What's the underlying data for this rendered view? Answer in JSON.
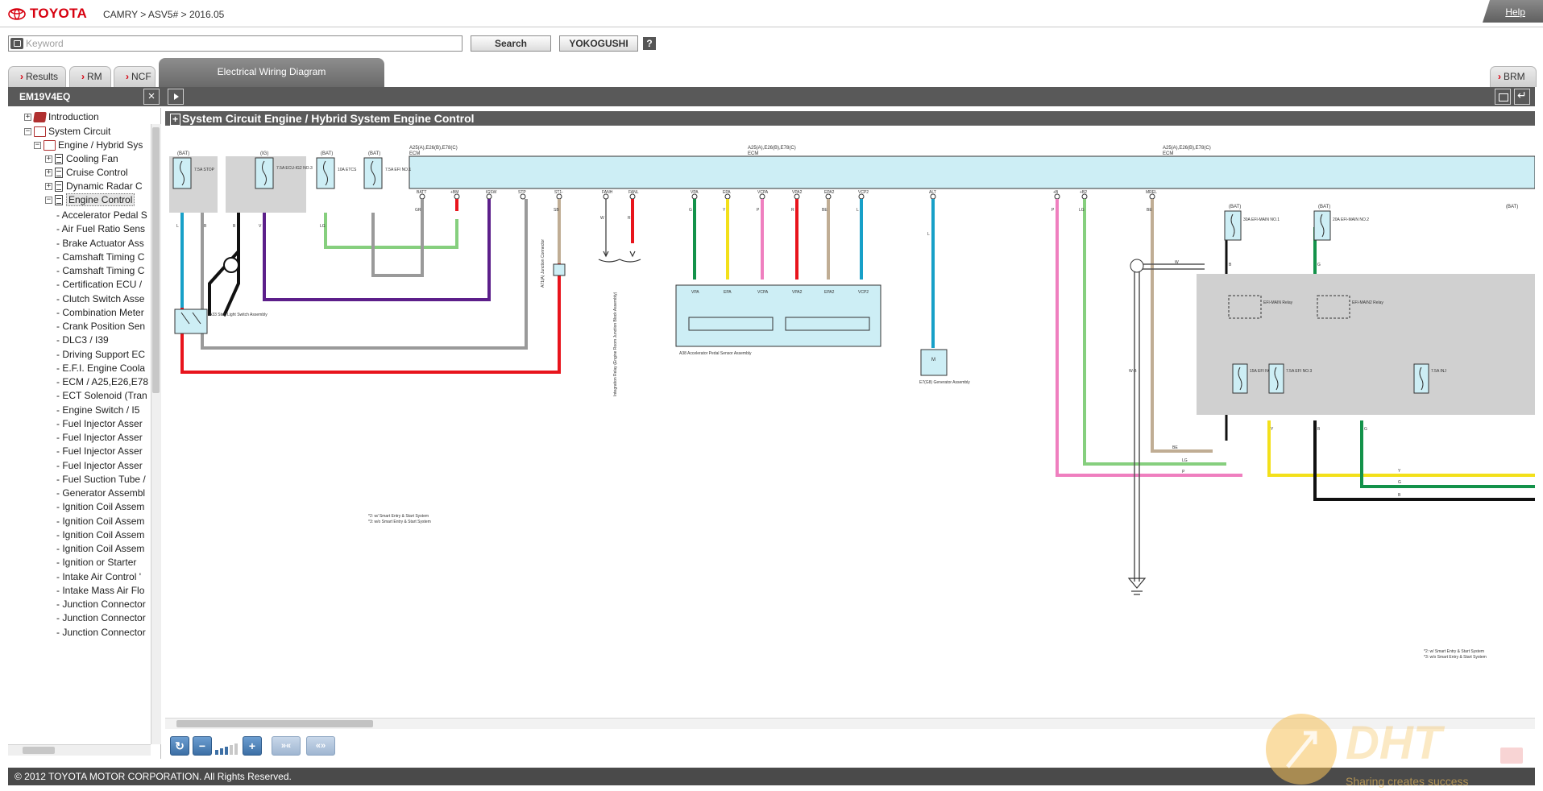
{
  "header": {
    "brand": "TOYOTA",
    "breadcrumb": "CAMRY > ASV5# > 2016.05",
    "help_label": "Help"
  },
  "search": {
    "placeholder": "Keyword",
    "search_label": "Search",
    "yokogushi_label": "YOKOGUSHI",
    "help_icon_label": "?"
  },
  "tabs": {
    "results": "Results",
    "rm": "RM",
    "ncf": "NCF",
    "active": "Electrical Wiring Diagram",
    "brm": "BRM"
  },
  "panel": {
    "document_id": "EM19V4EQ",
    "close_label": "×"
  },
  "tree": {
    "introduction": "Introduction",
    "system_circuit": "System Circuit",
    "engine_hybrid": "Engine / Hybrid Sys",
    "cooling_fan": "Cooling Fan",
    "cruise_control": "Cruise Control",
    "dynamic_radar": "Dynamic Radar C",
    "engine_control": "Engine Control",
    "leaves": [
      "- Accelerator Pedal S",
      "- Air Fuel Ratio Sens",
      "- Brake Actuator Ass",
      "- Camshaft Timing C",
      "- Camshaft Timing C",
      "- Certification ECU /",
      "- Clutch Switch Asse",
      "- Combination Meter",
      "- Crank Position Sen",
      "- DLC3 / I39",
      "- Driving Support EC",
      "- E.F.I. Engine Coola",
      "- ECM / A25,E26,E78",
      "- ECT Solenoid (Tran",
      "- Engine Switch / I5",
      "- Fuel Injector Asser",
      "- Fuel Injector Asser",
      "- Fuel Injector Asser",
      "- Fuel Injector Asser",
      "- Fuel Suction Tube /",
      "- Generator Assembl",
      "- Ignition Coil Assem",
      "- Ignition Coil Assem",
      "- Ignition Coil Assem",
      "- Ignition Coil Assem",
      "- Ignition or Starter",
      "- Intake Air Control '",
      "- Intake Mass Air Flo",
      "- Junction Connector",
      "- Junction Connector",
      "- Junction Connector"
    ]
  },
  "diagram": {
    "title_box": "+",
    "title": "System Circuit  Engine / Hybrid System  Engine Control",
    "ecm_labels": [
      "A25(A),E26(B),E78(C)",
      "A25(A),E26(B),E78(C)",
      "A25(A),E26(B),E78(C)"
    ],
    "ecm_sub": "ECM",
    "fuse_supplies": [
      "(BAT)",
      "(IG)",
      "(BAT)",
      "(BAT)",
      "(BAT)",
      "(BAT)",
      "(BAT)"
    ],
    "fuses": [
      "7.5A STOP",
      "7.5A ECU-IG2 NO.3",
      "10A ETCS",
      "7.5A EFI NO.1",
      "30A EFI-MAIN NO.1",
      "20A EFI-MAIN NO.2",
      "15A EFI NO.2",
      "7.5A EFI NO.3",
      "7.5A INJ"
    ],
    "pins": [
      "BATT",
      "+BM",
      "IGSW",
      "STP",
      "ST1-",
      "FANH",
      "FANL",
      "VPA",
      "EPA",
      "VCPA",
      "VPA2",
      "EPA2",
      "VCP2",
      "ALT",
      "+B",
      "+B2",
      "MREL"
    ],
    "wire_colors": [
      "L",
      "B",
      "B",
      "V",
      "LG",
      "GR",
      "SB",
      "W",
      "R",
      "G",
      "Y",
      "P",
      "R",
      "BE",
      "L",
      "L",
      "P",
      "LG",
      "BE",
      "W",
      "B",
      "G",
      "W-B",
      "BE",
      "LG",
      "P",
      "Y",
      "B",
      "G",
      "Y",
      "G",
      "B"
    ],
    "stop_switch": "A33 Stop Light Switch Assembly",
    "junction": "A71(A) Junction Connector",
    "integration_relay": "Integration Relay (Engine Room Junction Block Assembly)",
    "accel_sensor": "A38 Accelerator Pedal Sensor Assembly",
    "accel_pins": [
      "VPA",
      "EPA",
      "VCPA",
      "VPA2",
      "EPA2",
      "VCP2"
    ],
    "generator": "E7(G8) Generator Assembly",
    "generator_pin": "M",
    "relay_1": "EFI-MAIN Relay",
    "relay_2": "EFI-MAIN2 Relay",
    "notes": [
      "*2: w/ Smart Entry & Start System",
      "*3: w/o Smart Entry & Start System"
    ]
  },
  "toolbar": {
    "refresh_icon": "refresh-icon",
    "zoom_out_icon": "zoom-out-icon",
    "zoom_in_icon": "zoom-in-icon"
  },
  "footer": {
    "copyright": "© 2012 TOYOTA MOTOR CORPORATION. All Rights Reserved."
  },
  "watermark": {
    "brand": "DHT",
    "tagline": "Sharing creates success"
  },
  "colors": {
    "brand_red": "#d7000f",
    "ecm_fill": "#cdeef5",
    "relay_box_fill": "#cfcfcf"
  }
}
